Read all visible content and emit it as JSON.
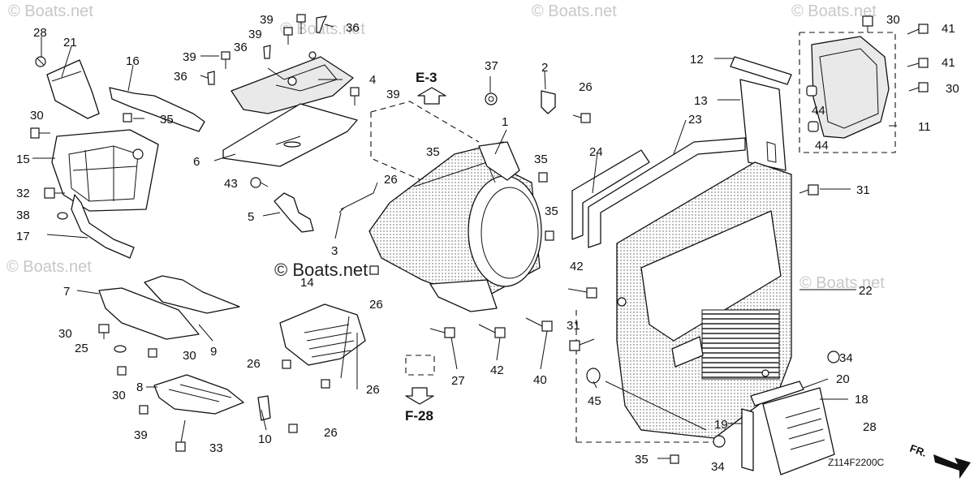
{
  "watermark": "© Boats.net",
  "diagram_code": "Z114F2200C",
  "front_indicator": "FR.",
  "references": [
    "E-3",
    "F-28"
  ],
  "callouts": [
    "28",
    "21",
    "16",
    "30",
    "15",
    "32",
    "38",
    "17",
    "35",
    "39",
    "39",
    "39",
    "36",
    "36",
    "36",
    "4",
    "39",
    "6",
    "43",
    "5",
    "3",
    "2",
    "26",
    "37",
    "1",
    "35",
    "26",
    "35",
    "35",
    "42",
    "24",
    "23",
    "12",
    "13",
    "11",
    "30",
    "41",
    "41",
    "30",
    "44",
    "44",
    "31",
    "22",
    "7",
    "30",
    "25",
    "9",
    "30",
    "30",
    "8",
    "39",
    "33",
    "10",
    "26",
    "14",
    "26",
    "26",
    "27",
    "42",
    "40",
    "31",
    "45",
    "34",
    "20",
    "18",
    "28",
    "19",
    "35",
    "34",
    "26"
  ]
}
